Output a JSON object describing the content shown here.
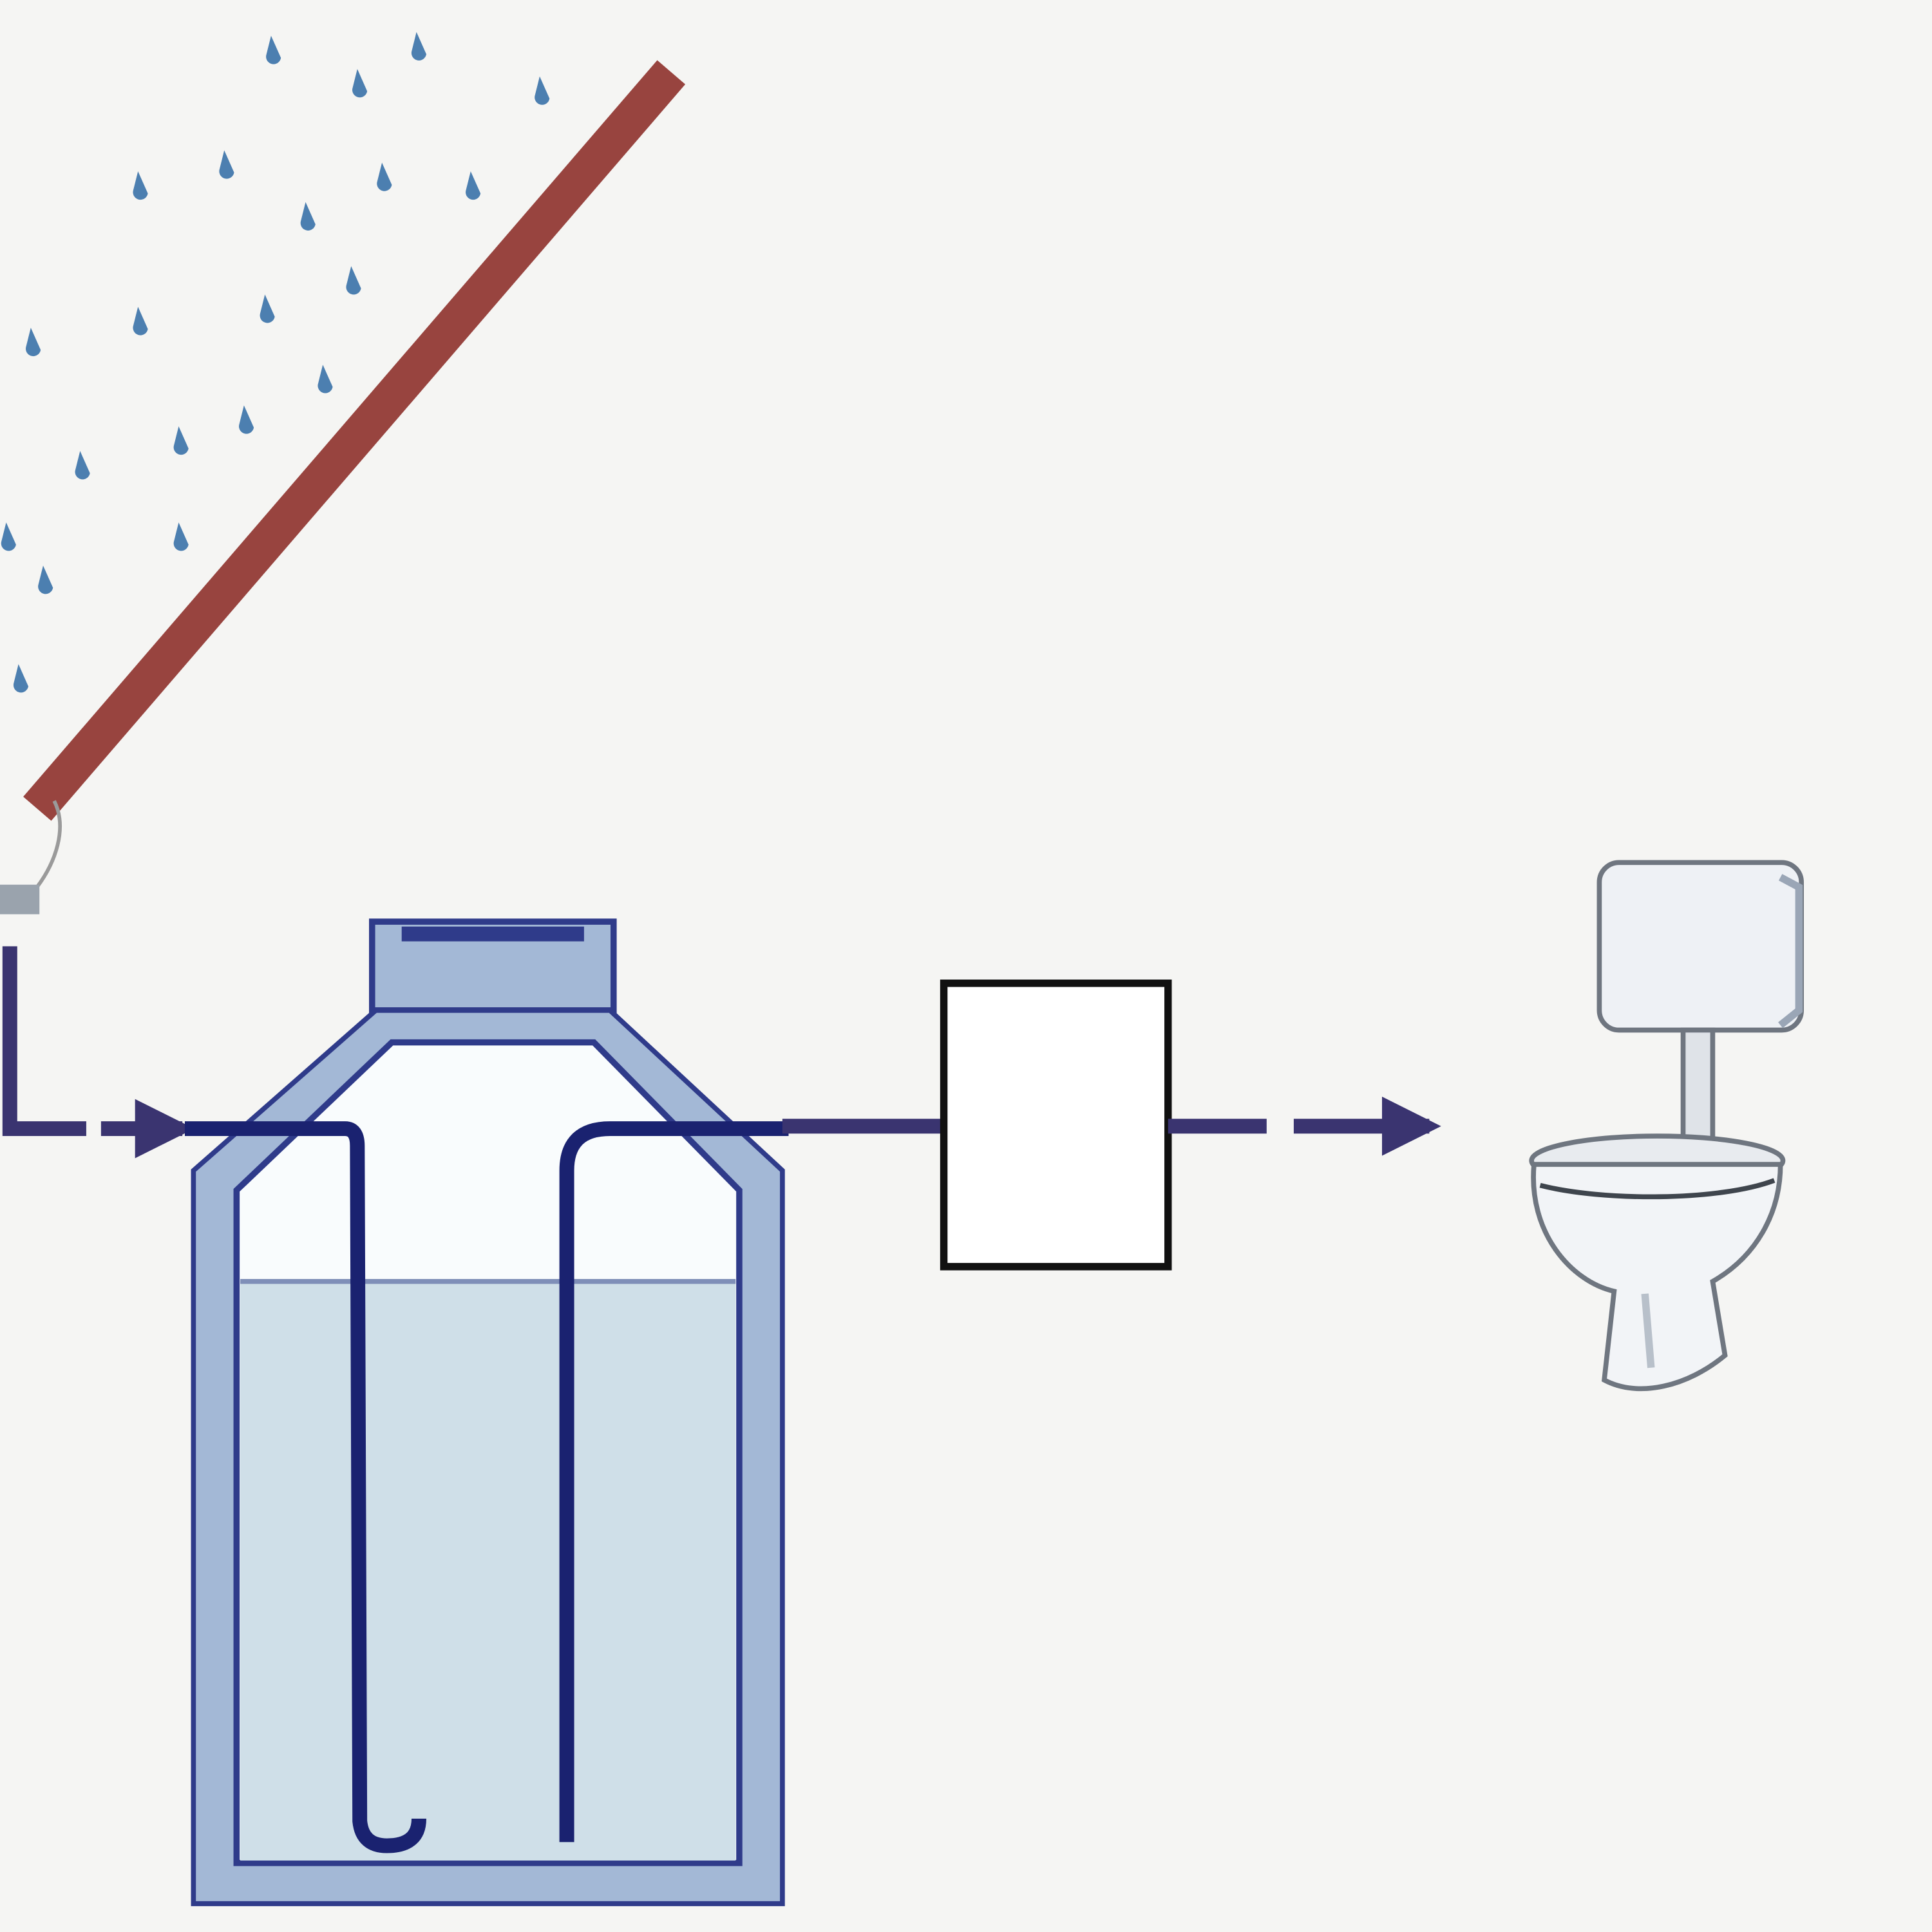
{
  "diagram": {
    "type": "rainwater-harvesting-schematic",
    "components": [
      {
        "id": "roof",
        "icon": "roof-icon"
      },
      {
        "id": "rain",
        "icon": "raindrop-icon"
      },
      {
        "id": "downpipe",
        "icon": "downpipe-icon"
      },
      {
        "id": "tank",
        "icon": "storage-tank-icon"
      },
      {
        "id": "pump-unit",
        "icon": "pump-box-icon"
      },
      {
        "id": "toilet",
        "icon": "toilet-icon"
      }
    ],
    "flows": [
      {
        "from": "roof",
        "to": "tank",
        "style": "dashed-arrow"
      },
      {
        "from": "tank",
        "to": "pump-unit",
        "style": "solid"
      },
      {
        "from": "pump-unit",
        "to": "toilet",
        "style": "dashed-arrow"
      }
    ]
  },
  "colors": {
    "background": "#f5f5f3",
    "roof": "#98443f",
    "rain": "#4c7fb0",
    "pipe": "#3a3470",
    "tank_fill": "#a3b8d6",
    "tank_stroke": "#2f3b8a",
    "water": "#cfdfe8",
    "toilet_body": "#f2f4f7",
    "toilet_outline": "#8a8f96"
  }
}
